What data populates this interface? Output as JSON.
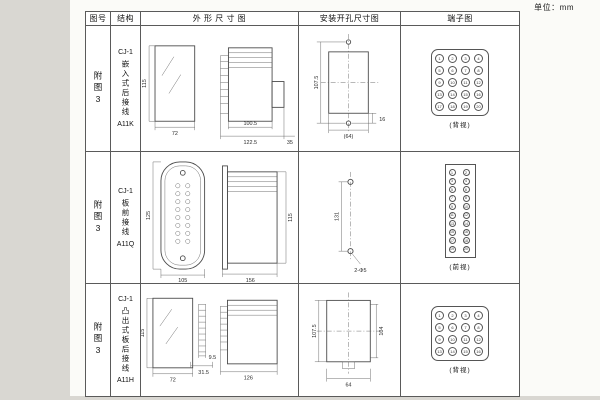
{
  "meta": {
    "unit_label": "单位：mm"
  },
  "headers": {
    "fig": "图号",
    "structure": "结构",
    "outline": "外 形 尺 寸 图",
    "mounting": "安装开孔尺寸图",
    "terminal": "端子图"
  },
  "rows": [
    {
      "fig": "附图3",
      "model": "CJ-1",
      "mount_type": "嵌入式后接线",
      "code": "A11K",
      "outline_dims": {
        "height": "115",
        "width": "72",
        "body_depth": "100.5",
        "total_depth": "122.5",
        "rear_depth": "35"
      },
      "mount_dims": {
        "hole_spacing": "107.5",
        "offset": "16",
        "width": "(64)"
      },
      "terminal": {
        "caption": "(背视)",
        "numbers": [
          1,
          2,
          3,
          4,
          5,
          6,
          7,
          8,
          9,
          10,
          11,
          12,
          13,
          14,
          15,
          16,
          17,
          18,
          19,
          20
        ]
      }
    },
    {
      "fig": "附图3",
      "model": "CJ-1",
      "mount_type": "板前接线",
      "code": "A11Q",
      "outline_dims": {
        "height": "125",
        "width": "105",
        "depth": "156",
        "side_height": "115"
      },
      "mount_dims": {
        "hole_spacing": "131",
        "holes": "2-Φ5"
      },
      "terminal": {
        "caption": "(前视)",
        "numbers": [
          1,
          2,
          3,
          4,
          5,
          6,
          7,
          8,
          9,
          10,
          11,
          12,
          13,
          14,
          15,
          16,
          17,
          18,
          19,
          20
        ]
      }
    },
    {
      "fig": "附图3",
      "model": "CJ-1",
      "mount_type": "凸出式板后接线",
      "code": "A11H",
      "outline_dims": {
        "height": "115",
        "width": "72",
        "pin_length": "9.5",
        "pin_span": "31.5",
        "depth": "126"
      },
      "mount_dims": {
        "hole_spacing": "107.5",
        "cutout_height": "104",
        "width": "64"
      },
      "terminal": {
        "caption": "(背视)",
        "numbers": [
          1,
          2,
          3,
          4,
          5,
          6,
          7,
          8,
          9,
          10,
          11,
          12,
          13,
          14,
          15,
          16
        ]
      }
    }
  ]
}
